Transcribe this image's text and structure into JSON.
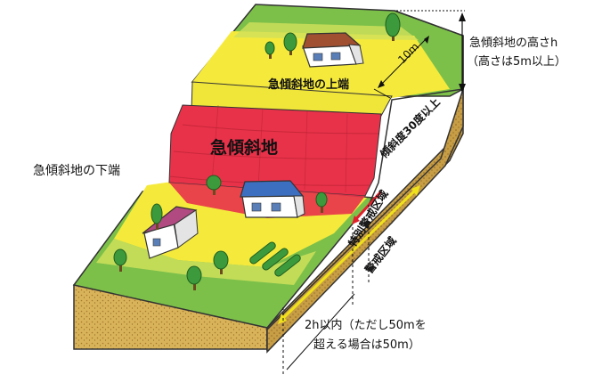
{
  "labels": {
    "height_title": "急傾斜地の高さh",
    "height_note": "（高さは5m以上）",
    "ten_m": "10m",
    "upper_edge": "急傾斜地の上端",
    "slope_angle": "傾斜度30度以上",
    "steep_slope": "急傾斜地",
    "lower_edge": "急傾斜地の下端",
    "special_zone": "特別警戒区域",
    "warning_zone": "警戒区域",
    "range_line1": "2h以内（ただし50mを",
    "range_line2": "超える場合は50m）"
  },
  "colors": {
    "warning_zone": "#f5ea3c",
    "special_zone": "#e8324a",
    "grass": "#7cc04a",
    "soil": "#d9b35a",
    "soil_dark": "#b98f3c",
    "arrow_yellow": "#f0e21a",
    "arrow_red": "#e0202c"
  }
}
